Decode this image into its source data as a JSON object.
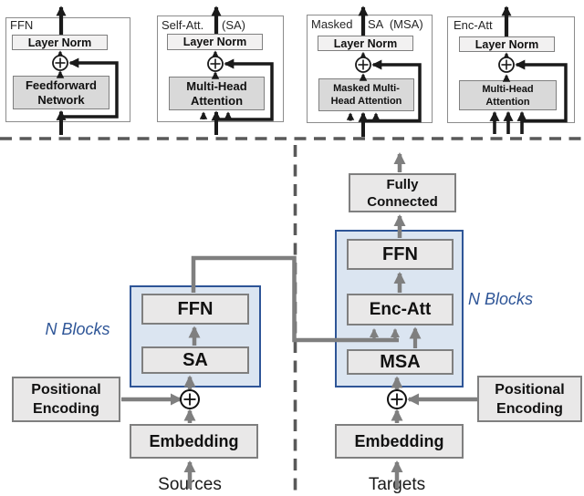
{
  "figure": {
    "description_labels": {
      "sources": "Sources",
      "targets": "Targets"
    }
  },
  "colors": {
    "accent_blue": "#2e5597",
    "blue_fill": "#dbe5f1",
    "gray_arrow": "#7f7f7f",
    "box_fill": "#e9e8e8",
    "component_fill": "#d9d9d9",
    "layernorm_fill": "#f2f1f1",
    "dash_line": "#595959",
    "black_line": "#1a1a1a"
  },
  "panels": [
    {
      "label": "FFN",
      "layer_norm": "Layer Norm",
      "component_line1": "Feedforward",
      "component_line2": "Network"
    },
    {
      "label": "Self-Att.",
      "label_right": "(SA)",
      "layer_norm": "Layer Norm",
      "component_line1": "Multi-Head",
      "component_line2": "Attention"
    },
    {
      "label": "Masked",
      "label_right": "SA  (MSA)",
      "layer_norm": "Layer Norm",
      "component_line1": "Masked Multi-",
      "component_line2": "Head Attention"
    },
    {
      "label": "Enc-Att",
      "layer_norm": "Layer Norm",
      "component_line1": "Multi-Head",
      "component_line2": "Attention"
    }
  ],
  "encoder": {
    "n_blocks_label": "N Blocks",
    "ffn_label": "FFN",
    "sa_label": "SA",
    "positional_line1": "Positional",
    "positional_line2": "Encoding",
    "embedding_label": "Embedding",
    "input_label": "Sources"
  },
  "decoder": {
    "n_blocks_label": "N Blocks",
    "fully_connected_line1": "Fully",
    "fully_connected_line2": "Connected",
    "ffn_label": "FFN",
    "enc_att_label": "Enc-Att",
    "msa_label": "MSA",
    "positional_line1": "Positional",
    "positional_line2": "Encoding",
    "embedding_label": "Embedding",
    "input_label": "Targets"
  }
}
